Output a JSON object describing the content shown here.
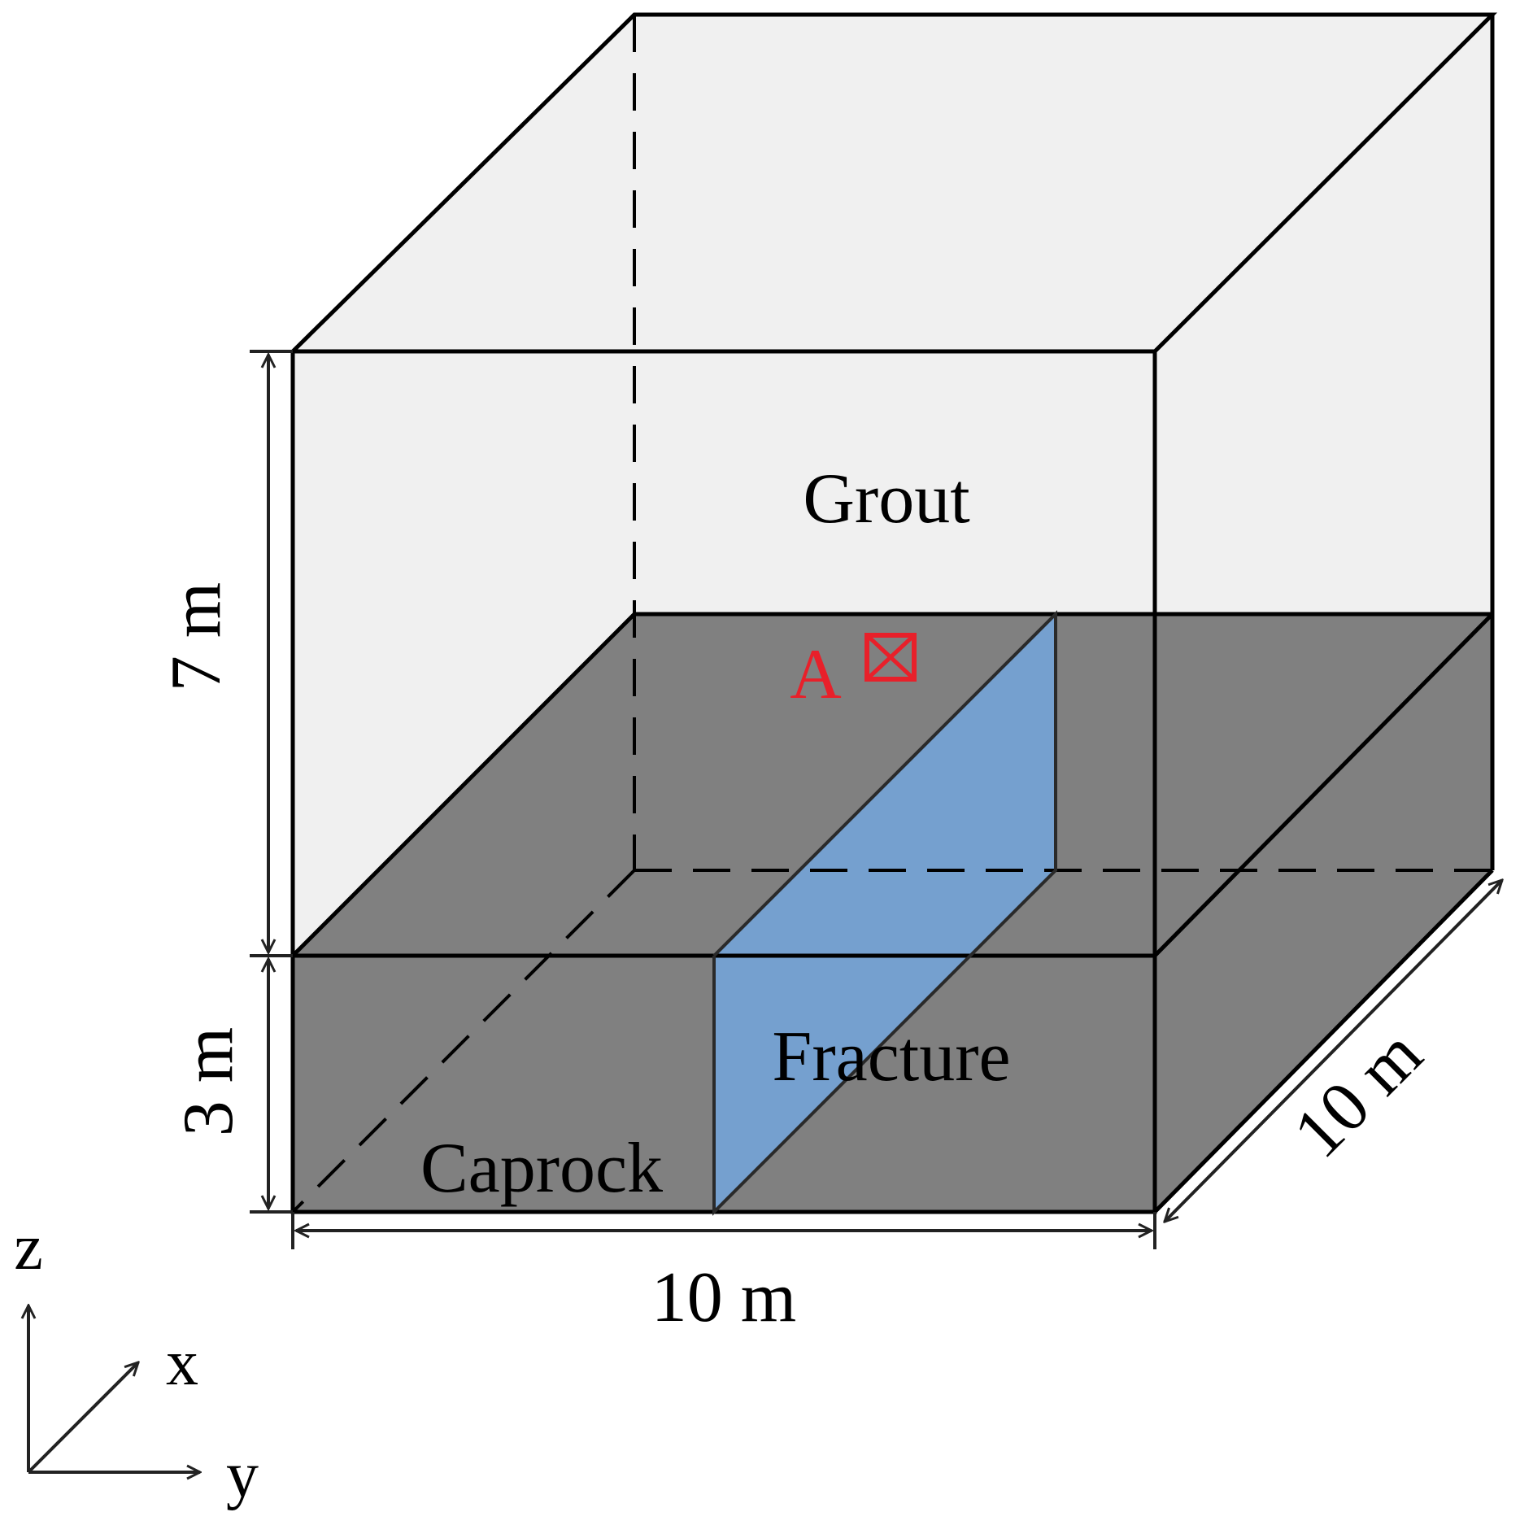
{
  "labels": {
    "grout": "Grout",
    "fracture": "Fracture",
    "caprock": "Caprock",
    "point_a": "A"
  },
  "dimensions": {
    "grout_height": "7 m",
    "caprock_height": "3 m",
    "width": "10 m",
    "depth": "10 m"
  },
  "axes": {
    "z": "z",
    "x": "x",
    "y": "y"
  },
  "colors": {
    "grout": "#f0f0f0",
    "caprock": "#808080",
    "fracture": "#75a0cf",
    "marker": "#e8202a",
    "edge": "#000000"
  },
  "icons": {
    "point_a_marker": "boxed-cross-icon"
  }
}
